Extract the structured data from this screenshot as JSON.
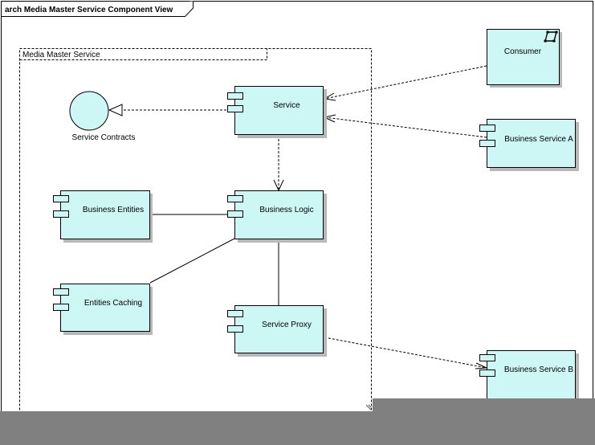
{
  "frame": {
    "title": "arch Media Master Service Component View"
  },
  "package": {
    "label": "Media Master Service"
  },
  "interface": {
    "label": "Service Contracts"
  },
  "components": {
    "service": "Service",
    "business_logic": "Business Logic",
    "business_entities": "Business Entities",
    "entities_caching": "Entities Caching",
    "service_proxy": "Service Proxy",
    "business_service_a": "Business Service A",
    "business_service_b": "Business Service B"
  },
  "actor": {
    "label": "Consumer"
  },
  "colors": {
    "component_fill": "#ccf7f4",
    "bottom_bar": "#808080"
  }
}
